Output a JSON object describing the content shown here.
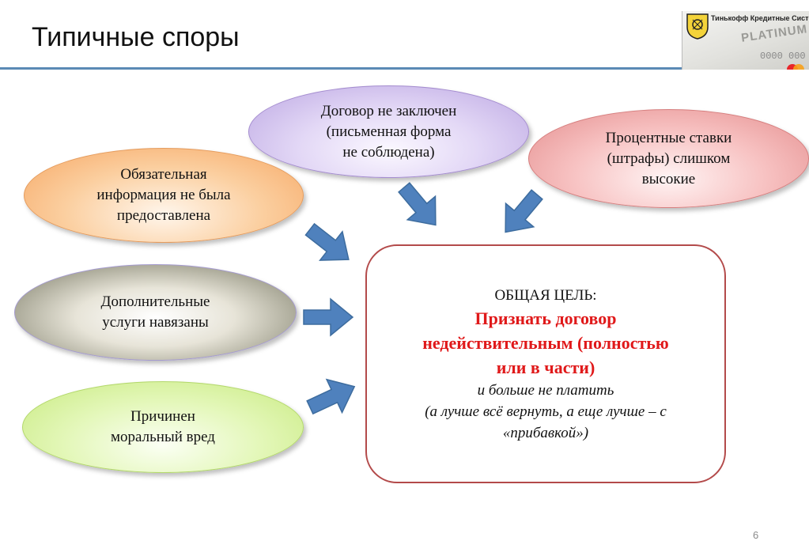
{
  "header": {
    "title": "Типичные споры"
  },
  "logo": {
    "bank_text": "Тинькофф Кредитные Системы",
    "card_text": "PLATINUM",
    "card_number": "0000 000",
    "network": "MasterCard"
  },
  "causes": [
    {
      "lines": [
        "Договор не заключен",
        "(письменная форма",
        "не соблюдена)"
      ],
      "color": "#c9b6ea"
    },
    {
      "lines": [
        "Процентные ставки",
        "(штрафы) слишком",
        "высокие"
      ],
      "color": "#f2a9a9"
    },
    {
      "lines": [
        "Обязательная",
        "информация не была",
        "предоставлена"
      ],
      "color": "#f9bb80"
    },
    {
      "lines": [
        "Дополнительные",
        "услуги навязаны"
      ],
      "color": "#b7b6a6"
    },
    {
      "lines": [
        "Причинен",
        "моральный вред"
      ],
      "color": "#d7f1a0"
    }
  ],
  "goal": {
    "heading": "ОБЩАЯ ЦЕЛЬ:",
    "main": [
      "Признать договор",
      "недействительным (полностью",
      "или в части)"
    ],
    "extra": [
      "и больше не платить",
      "(а лучше всё вернуть, а еще лучше – с",
      "«прибавкой»)"
    ],
    "accent_color": "#e0191a",
    "border_color": "#b34a4a"
  },
  "arrow_color": "#4f81bd",
  "page_number": "6"
}
